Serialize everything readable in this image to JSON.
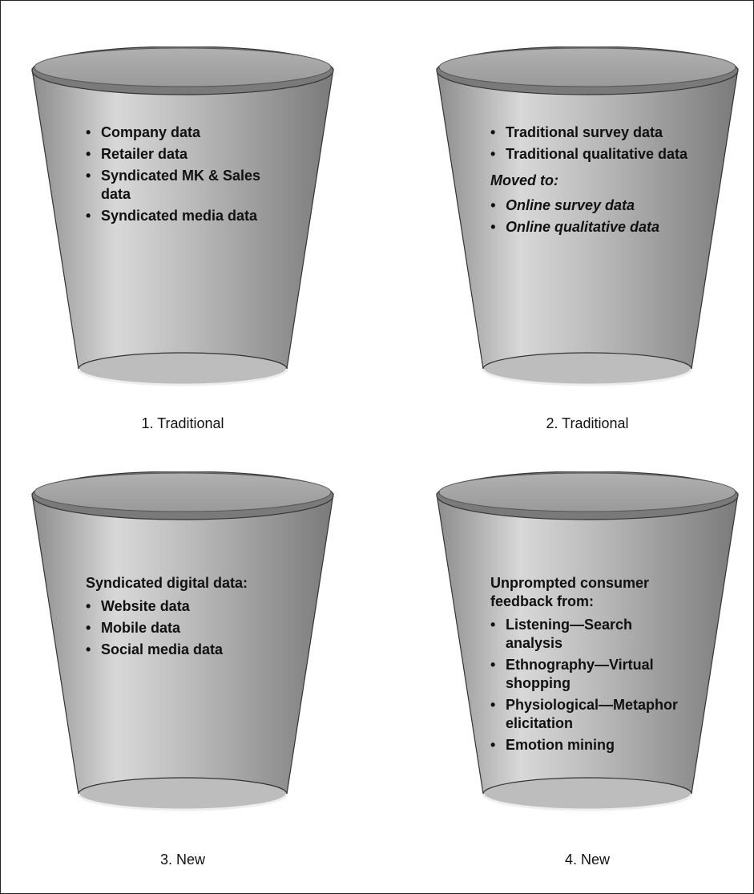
{
  "buckets": [
    {
      "caption": "1. Traditional",
      "items": [
        "Company data",
        "Retailer data",
        "Syndicated MK & Sales data",
        "Syndicated media data"
      ]
    },
    {
      "caption": "2. Traditional",
      "items": [
        "Traditional survey data",
        "Traditional qualitative data"
      ],
      "moved_label": "Moved to:",
      "moved_items": [
        "Online survey data",
        "Online qualitative data"
      ]
    },
    {
      "caption": "3. New",
      "heading": "Syndicated digital data:",
      "items": [
        "Website data",
        "Mobile data",
        "Social media data"
      ]
    },
    {
      "caption": "4. New",
      "heading": "Unprompted consumer feedback from:",
      "items": [
        "Listening—Search analysis",
        "Ethnography—Virtual shopping",
        "Physiological—Metaphor elicitation",
        "Emotion mining"
      ]
    }
  ],
  "colors": {
    "bucket_dark": "#8f8f8f",
    "bucket_light": "#dcdcdc",
    "rim": "#6f6f6f"
  }
}
